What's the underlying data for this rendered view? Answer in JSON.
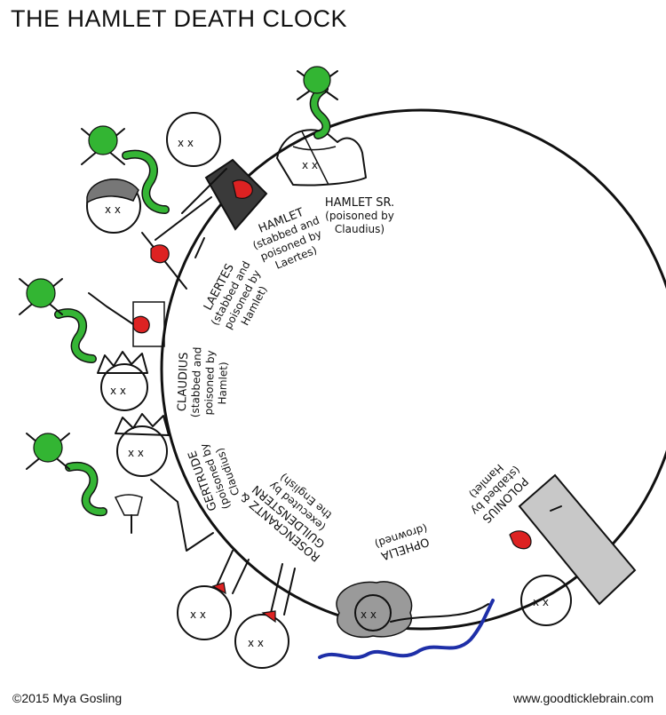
{
  "title": "THE HAMLET DEATH CLOCK",
  "footer": {
    "copyright": "©2015 Mya Gosling",
    "website": "www.goodticklebrain.com"
  },
  "deaths": [
    {
      "name": "HAMLET SR.",
      "lines": [
        "(poisoned by",
        "Claudius)"
      ]
    },
    {
      "name": "HAMLET",
      "lines": [
        "(stabbed and",
        "poisoned by",
        "Laertes)"
      ]
    },
    {
      "name": "LAERTES",
      "lines": [
        "(stabbed and",
        "poisoned by",
        "Hamlet)"
      ]
    },
    {
      "name": "CLAUDIUS",
      "lines": [
        "(stabbed and",
        "poisoned by",
        "Hamlet)"
      ]
    },
    {
      "name": "GERTRUDE",
      "lines": [
        "(poisoned by",
        "Claudius)"
      ]
    },
    {
      "name": "ROSENCRANTZ &",
      "lines": [
        "GUILDENSTERN",
        "(executed by",
        "the English)"
      ]
    },
    {
      "name": "OPHELIA",
      "lines": [
        "(drowned)"
      ]
    },
    {
      "name": "POLONIUS",
      "lines": [
        "(stabbed by",
        "Hamlet)"
      ]
    }
  ],
  "colors": {
    "poison": "#33b533",
    "blood": "#dd2222",
    "water": "#1e2fa8",
    "arras": "#c8c8c8"
  }
}
